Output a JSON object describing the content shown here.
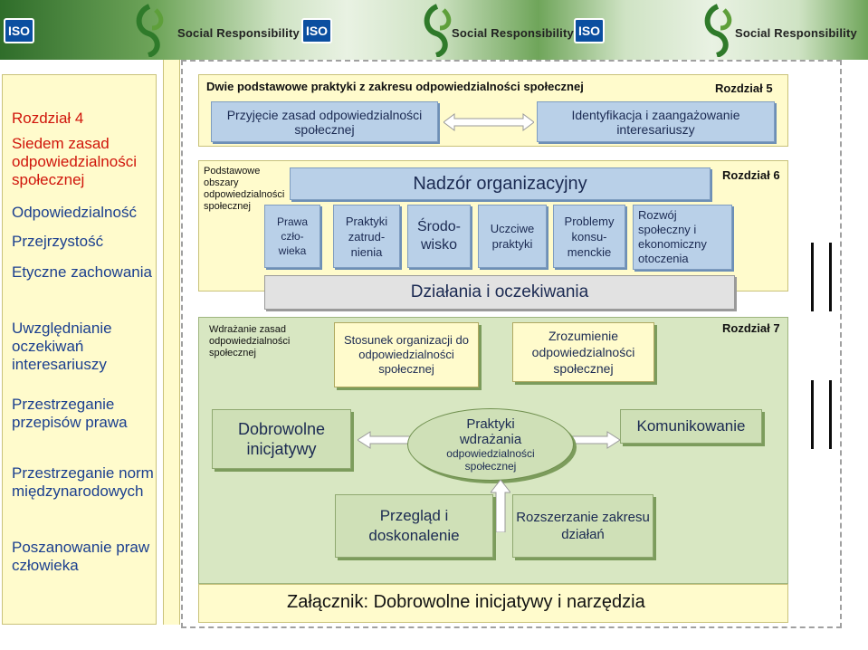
{
  "banner": {
    "iso_label": "ISO",
    "sr_label": "Social Responsibility"
  },
  "left_column": {
    "chapter": "Rozdział 4",
    "title": "Siedem zasad odpowiedzialności społecznej",
    "items": [
      "Odpowiedzialność",
      "Przejrzystość",
      "Etyczne zachowania",
      "Uwzględnianie oczekiwań interesariuszy",
      "Przestrzeganie przepisów prawa",
      "Przestrzeganie norm międzynarodowych",
      "Poszanowanie praw człowieka"
    ]
  },
  "section5": {
    "title": "Dwie podstawowe praktyki z zakresu odpowiedzialności społecznej",
    "chapter": "Rozdział 5",
    "left_box": "Przyjęcie zasad odpowiedzialności społecznej",
    "right_box": "Identyfikacja i zaangażowanie interesariuszy"
  },
  "section6": {
    "chapter": "Rozdział 6",
    "side_label": "Podstawowe obszary odpowiedzialności społecznej",
    "governance": "Nadzór organizacyjny",
    "areas": [
      "Prawa człowieka",
      "Praktyki zatrudnienia",
      "Środowisko",
      "Uczciwe praktyki",
      "Problemy konsumenckie",
      "Rozwój społeczny i ekonomiczny otoczenia"
    ],
    "area_lines": [
      [
        "Prawa",
        "czło-",
        "wieka"
      ],
      [
        "Praktyki",
        "zatrud-",
        "nienia"
      ],
      [
        "Środo-",
        "wisko"
      ],
      [
        "Uczciwe",
        "praktyki"
      ],
      [
        "Problemy",
        "konsu-",
        "menckie"
      ],
      [
        "Rozwój",
        "społeczny i",
        "ekonomiczny",
        "otoczenia"
      ]
    ],
    "actions": "Działania i oczekiwania"
  },
  "section7": {
    "chapter": "Rozdział 7",
    "side_label": "Wdrażanie zasad odpowiedzialności społecznej",
    "relation_box": "Stosunek organizacji do odpowiedzialności społecznej",
    "understanding_box": "Zrozumienie odpowiedzialności społecznej",
    "voluntary": "Dobrowolne inicjatywy",
    "practices_title": "Praktyki wdrażania",
    "practices_sub": "odpowiedzialności społecznej",
    "communication": "Komunikowanie",
    "review": "Przegląd i doskonalenie",
    "scope": "Rozszerzanie zakresu działań"
  },
  "annex": {
    "label": "Załącznik: Dobrowolne inicjatywy i narzędzia"
  },
  "colors": {
    "red": "#d0150b",
    "blue": "#1b3f8f",
    "green": "#1a6a2a",
    "yellow_panel": "#fffbcc",
    "green_panel": "#d8e7c2",
    "blue_box": "#b9d0e8"
  }
}
